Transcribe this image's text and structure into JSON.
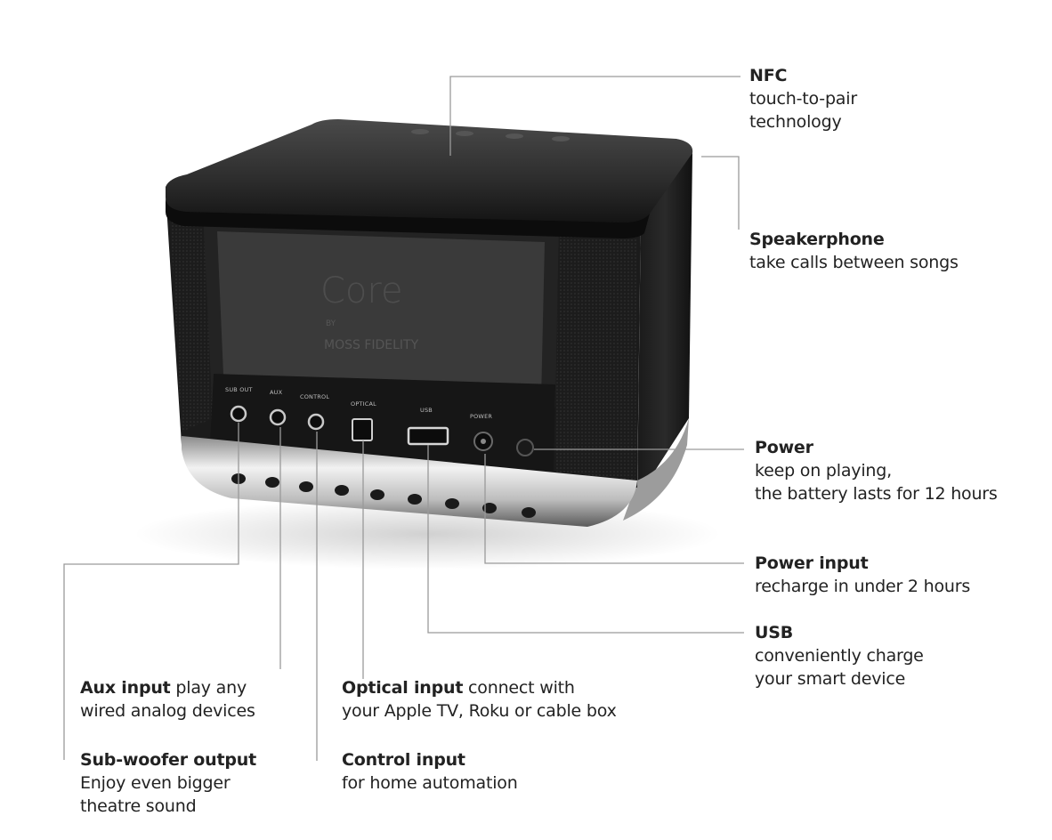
{
  "product": {
    "logo_text": "Core",
    "by_text": "BY",
    "maker_text": "MOSS FIDELITY"
  },
  "port_labels": [
    "SUB OUT",
    "AUX",
    "CONTROL",
    "OPTICAL",
    "USB",
    "POWER"
  ],
  "callouts": {
    "nfc": {
      "title": "NFC",
      "desc": "touch-to-pair\ntechnology"
    },
    "speakerphone": {
      "title": "Speakerphone",
      "desc": "take calls between songs"
    },
    "power": {
      "title": "Power",
      "desc": "keep on playing,\nthe battery lasts for 12 hours"
    },
    "power_input": {
      "title": "Power input",
      "desc": "recharge in under 2 hours"
    },
    "usb": {
      "title": "USB",
      "desc": "conveniently charge\nyour smart device"
    },
    "aux": {
      "title": "Aux input",
      "desc": " play any\nwired analog devices"
    },
    "optical": {
      "title": "Optical input",
      "desc": " connect with\nyour Apple TV, Roku or cable box"
    },
    "subwoofer": {
      "title": "Sub-woofer output",
      "desc": "Enjoy even bigger\ntheatre sound"
    },
    "control": {
      "title": "Control input",
      "desc": "for home automation"
    }
  },
  "colors": {
    "leader_line": "#9a9a9a",
    "body_dark": "#1e1e1e",
    "chrome": "#d9d9d9"
  }
}
